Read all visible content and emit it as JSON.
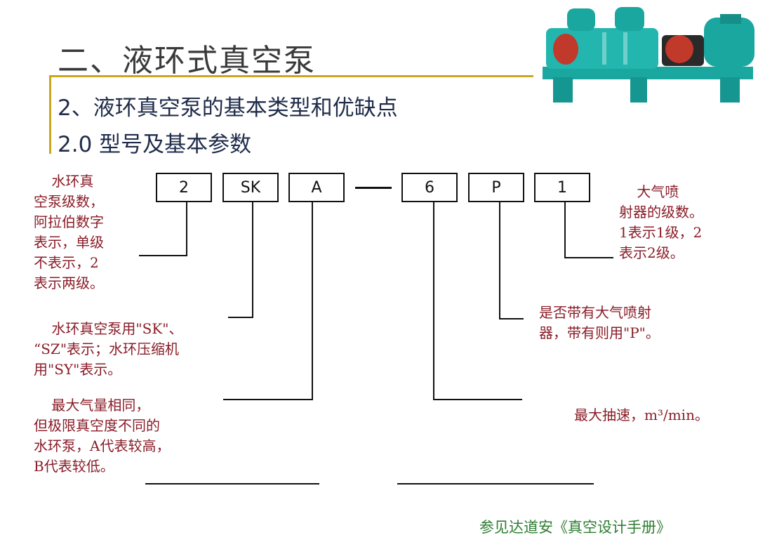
{
  "header": {
    "title": "二、液环式真空泵",
    "subtitle1": "2、液环真空泵的基本类型和优缺点",
    "subtitle2": "2.0 型号及基本参数"
  },
  "colors": {
    "accent_line": "#c9a61a",
    "annotation_text": "#8a1c28",
    "reference_text": "#2e7d32",
    "pump_body": "#1aa7a0"
  },
  "illustration": {
    "icon": "vacuum-pump-icon"
  },
  "model_code": {
    "boxes": [
      "2",
      "SK",
      "A",
      "6",
      "P",
      "1"
    ],
    "separator": "—"
  },
  "annotations": {
    "stages": "    水环真\n空泵级数，\n阿拉伯数字\n表示，单级\n不表示，2\n表示两级。",
    "type": "    水环真空泵用\"SK\"、\n“SZ\"表示；水环压缩机\n用\"SY\"表示。",
    "variant": "    最大气量相同，\n但极限真空度不同的\n水环泵，A代表较高，\nB代表较低。",
    "ejector_stages": "    大气喷\n射器的级数。\n1表示1级，2\n表示2级。",
    "ejector": "是否带有大气喷射\n器，带有则用\"P\"。",
    "speed": "最大抽速，m³/min。"
  },
  "reference": "参见达道安《真空设计手册》"
}
